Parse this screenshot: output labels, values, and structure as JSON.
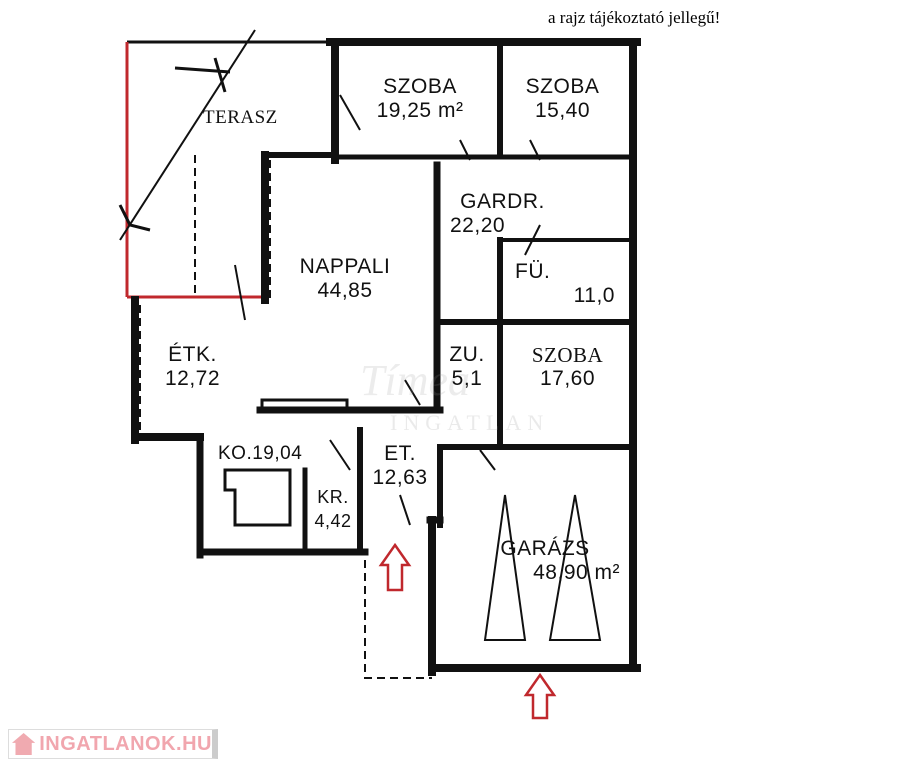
{
  "note": "a rajz tájékoztató jellegű!",
  "rooms": {
    "terasz": {
      "name": "TERASZ"
    },
    "szoba1": {
      "name": "SZOBA",
      "area": "19,25 m²"
    },
    "szoba2": {
      "name": "SZOBA",
      "area": "15,40"
    },
    "gardr": {
      "name": "GARDR.",
      "area": "22,20"
    },
    "fu": {
      "name": "FÜ.",
      "area": "11,0"
    },
    "nappali": {
      "name": "NAPPALI",
      "area": "44,85"
    },
    "etk": {
      "name": "ÉTK.",
      "area": "12,72"
    },
    "zu": {
      "name": "ZU.",
      "area": "5,1"
    },
    "szoba3": {
      "name": "SZOBA",
      "area": "17,60"
    },
    "ko": {
      "name": "KO.19,04"
    },
    "et": {
      "name": "ET.",
      "area": "12,63"
    },
    "kr": {
      "name": "KR.",
      "area": "4,42"
    },
    "garazs": {
      "name": "GARÁZS",
      "area": "48,90 m²"
    }
  },
  "watermark": {
    "script": "Tímea",
    "text": "INGATLAN"
  },
  "logo": {
    "text": "INGATLANOK.HU"
  },
  "colors": {
    "wall": "#111111",
    "terrace_outline": "#c0282d",
    "arrow": "#c0282d"
  }
}
